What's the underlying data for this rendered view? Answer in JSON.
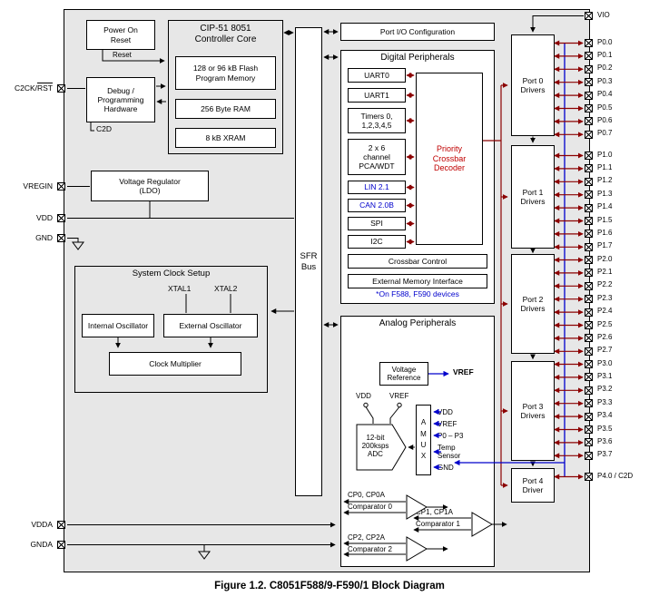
{
  "caption": "Figure 1.2. C8051F588/9-F590/1 Block Diagram",
  "colors": {
    "line_red": "#8b0000",
    "text_red": "#c00000",
    "blue": "#0000cc"
  },
  "icons": {
    "pin": "boxed-x-pad-icon",
    "ground": "open-triangle-down-icon",
    "arrowhead": "filled-triangle-icon"
  },
  "por": {
    "label": "Power On\nReset"
  },
  "labels": {
    "reset": "Reset"
  },
  "debug": {
    "label": "Debug /\nProgramming\nHardware"
  },
  "core": {
    "title": "CIP-51 8051\nController Core",
    "flash": "128 or 96 kB Flash\nProgram Memory",
    "ram": "256 Byte RAM",
    "xram": "8 kB XRAM"
  },
  "vreg": {
    "label": "Voltage Regulator\n(LDO)"
  },
  "clock": {
    "title": "System Clock Setup",
    "xtal1": "XTAL1",
    "xtal2": "XTAL2",
    "int_osc": "Internal Oscillator",
    "ext_osc": "External Oscillator",
    "mult": "Clock Multiplier"
  },
  "sfr": {
    "label": "SFR\nBus"
  },
  "portio": {
    "label": "Port I/O Configuration"
  },
  "digital": {
    "title": "Digital Peripherals",
    "items": [
      "UART0",
      "UART1",
      "Timers 0,\n1,2,3,4,5",
      "2 x 6\nchannel\nPCA/WDT",
      "LIN 2.1",
      "CAN 2.0B",
      "SPI",
      "I2C"
    ],
    "decoder": "Priority\nCrossbar\nDecoder",
    "control": "Crossbar Control",
    "emi": "External Memory Interface",
    "note": "*On F588, F590 devices"
  },
  "analog": {
    "title": "Analog Peripherals",
    "vref_box": "Voltage\nReference",
    "vref_out": "VREF",
    "sw_vdd": "VDD",
    "sw_vref": "VREF",
    "adc": "12-bit\n200ksps\nADC",
    "amux": "A\nM\nU\nX",
    "inputs": [
      "VDD",
      "VREF",
      "P0 – P3",
      "Temp\nSensor",
      "GND"
    ],
    "comparators": [
      {
        "sig": "CP0, CP0A",
        "name": "Comparator 0"
      },
      {
        "sig": "CP1, CP1A",
        "name": "Comparator 1"
      },
      {
        "sig": "CP2, CP2A",
        "name": "Comparator 2"
      }
    ]
  },
  "ports": [
    "Port 0\nDrivers",
    "Port 1\nDrivers",
    "Port 2\nDrivers",
    "Port 3\nDrivers",
    "Port 4\nDriver"
  ],
  "pins_left": {
    "c2ck_prefix": "C2CK/",
    "c2ck_rst": "RST",
    "c2d": "C2D",
    "vregin": "VREGIN",
    "vdd": "VDD",
    "gnd": "GND",
    "vdda": "VDDA",
    "gnda": "GNDA"
  },
  "pins_right": {
    "vio": "VIO",
    "p0": [
      "P0.0",
      "P0.1",
      "P0.2",
      "P0.3",
      "P0.4",
      "P0.5",
      "P0.6",
      "P0.7"
    ],
    "p1": [
      "P1.0",
      "P1.1",
      "P1.2",
      "P1.3",
      "P1.4",
      "P1.5",
      "P1.6",
      "P1.7"
    ],
    "p2": [
      "P2.0",
      "P2.1",
      "P2.2",
      "P2.3",
      "P2.4",
      "P2.5",
      "P2.6",
      "P2.7"
    ],
    "p3": [
      "P3.0",
      "P3.1",
      "P3.2",
      "P3.3",
      "P3.4",
      "P3.5",
      "P3.6",
      "P3.7"
    ],
    "p4": "P4.0 / C2D"
  }
}
